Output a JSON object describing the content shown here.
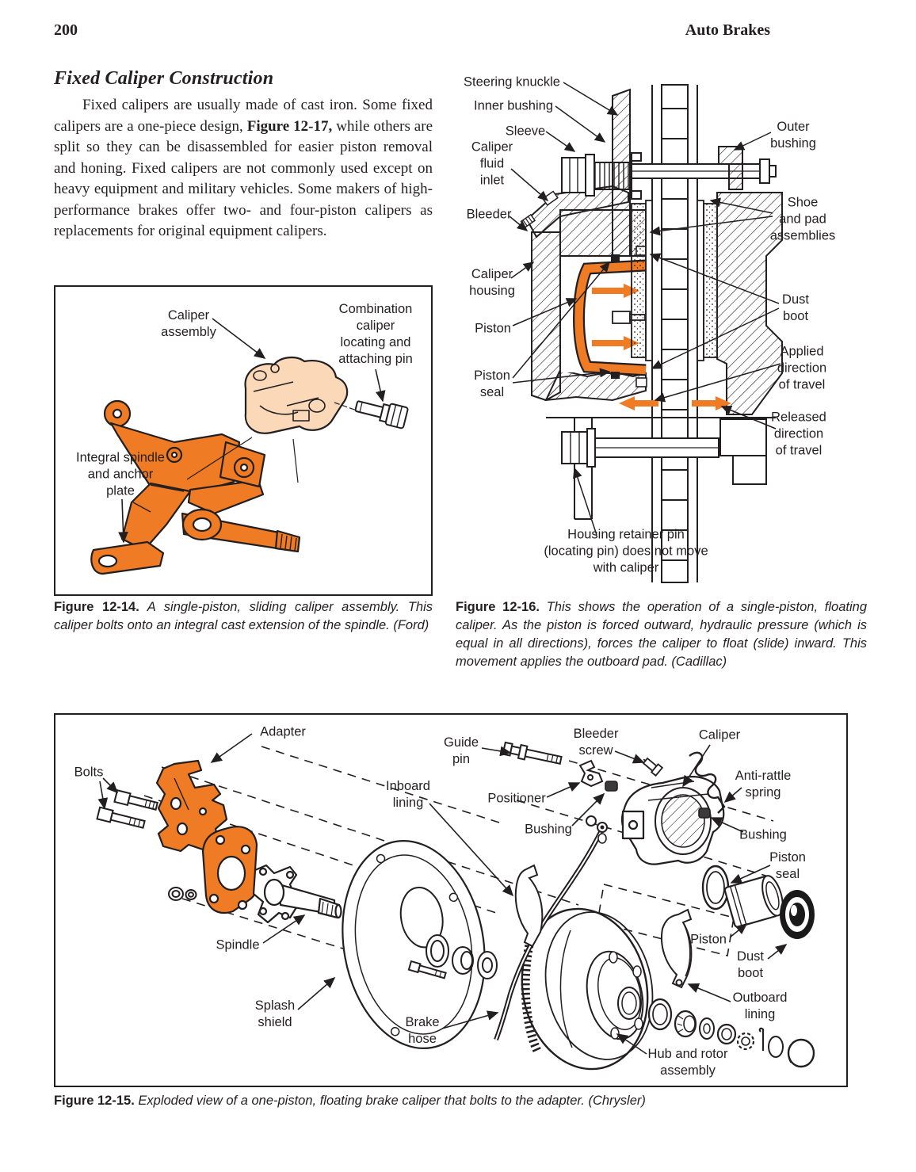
{
  "header": {
    "page_number": "200",
    "title": "Auto Brakes"
  },
  "section": {
    "heading": "Fixed Caliper Construction",
    "body": {
      "lead": "Fixed calipers are usually made of cast iron. Some fixed calipers are a one-piece design, ",
      "figure_ref": "Figure 12-17,",
      "rest": " while others are split so they can be disassembled for easier piston removal and honing. Fixed calipers are not commonly used except on heavy equipment and military vehicles. Some makers of high-performance brakes offer two- and four-piston calipers as replacements for original equipment calipers."
    }
  },
  "figures": {
    "fig14": {
      "labels": {
        "caliper_assembly": "Caliper\nassembly",
        "combination_pin": "Combination\ncaliper\nlocating and\nattaching pin",
        "integral_spindle": "Integral spindle\nand anchor\nplate"
      },
      "caption": {
        "lead": "Figure 12-14.",
        "text": " A single-piston, sliding caliper assembly. This caliper bolts onto an integral cast extension of the spindle. (Ford)"
      }
    },
    "fig16": {
      "labels": {
        "steering_knuckle": "Steering knuckle",
        "inner_bushing": "Inner bushing",
        "sleeve": "Sleeve",
        "caliper_fluid_inlet": "Caliper\nfluid\ninlet",
        "bleeder": "Bleeder",
        "caliper_housing": "Caliper\nhousing",
        "piston": "Piston",
        "piston_seal": "Piston\nseal",
        "outer_bushing": "Outer\nbushing",
        "shoe_pad": "Shoe\nand pad\nassemblies",
        "dust_boot": "Dust\nboot",
        "applied": "Applied\ndirection\nof travel",
        "released": "Released\ndirection\nof travel",
        "housing_retainer": "Housing retainer pin\n(locating pin) does not move\nwith caliper"
      },
      "caption": {
        "lead": "Figure 12-16.",
        "text": " This shows the operation of a single-piston, floating caliper. As the piston is forced outward, hydraulic pressure (which is equal in all directions), forces the caliper to float (slide) inward. This movement applies the outboard pad. (Cadillac)"
      }
    },
    "fig15": {
      "labels": {
        "adapter": "Adapter",
        "bolts": "Bolts",
        "guide_pin": "Guide\npin",
        "inboard_lining": "Inboard\nlining",
        "positioner": "Positioner",
        "bushing_left": "Bushing",
        "bleeder_screw": "Bleeder\nscrew",
        "caliper": "Caliper",
        "anti_rattle": "Anti-rattle\nspring",
        "bushing_right": "Bushing",
        "piston_seal": "Piston\nseal",
        "spindle": "Spindle",
        "splash_shield": "Splash\nshield",
        "brake_hose": "Brake\nhose",
        "piston": "Piston",
        "dust_boot": "Dust\nboot",
        "outboard_lining": "Outboard\nlining",
        "hub_rotor": "Hub and rotor\nassembly"
      },
      "caption": {
        "lead": "Figure 12-15.",
        "text": " Exploded view of a one-piston, floating brake caliper that bolts to the adapter. (Chrysler)"
      }
    }
  },
  "colors": {
    "orange": "#EF7B25",
    "peach": "#FAD8B8",
    "ink": "#231F20"
  }
}
